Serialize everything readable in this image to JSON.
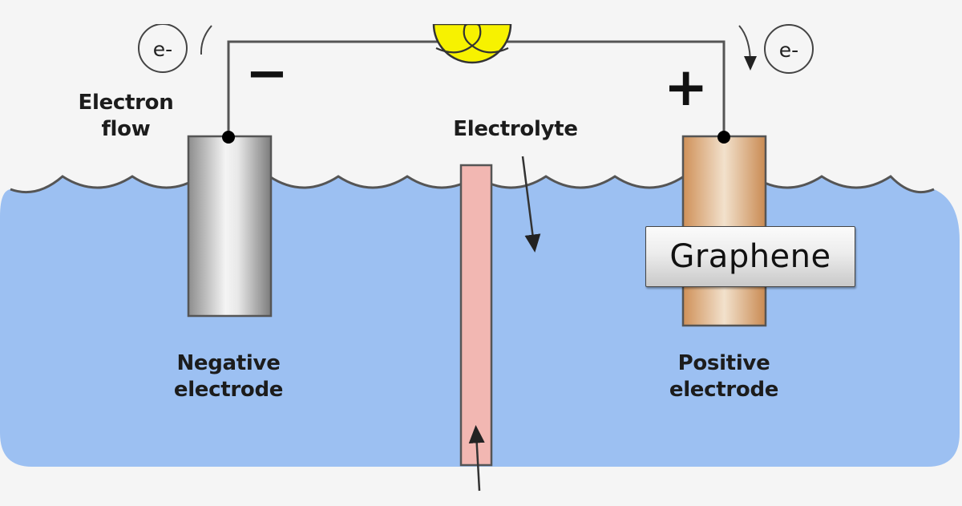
{
  "diagram": {
    "title": "Graphene battery cell diagram",
    "labels": {
      "electron_flow": [
        "Electron",
        "flow"
      ],
      "electrolyte": "Electrolyte",
      "negative_electrode": [
        "Negative",
        "electrode"
      ],
      "positive_electrode": [
        "Positive",
        "electrode"
      ],
      "graphene": "Graphene",
      "negative_sign": "−",
      "positive_sign": "+",
      "electron_left": "e-",
      "electron_right": "e-"
    },
    "components": {
      "load": "light-bulb",
      "separator": "separator-membrane",
      "negative_electrode_material": "metal (silver/gray)",
      "positive_electrode_material": "copper/bronze"
    },
    "colors": {
      "background": "#f5f5f5",
      "electrolyte_blue": "#9cc0f2",
      "bulb_yellow": "#f7f200",
      "separator_pink": "#f2b7b2",
      "negative_electrode_gray": "#b8b8b8",
      "positive_electrode_tan": "#d9a36f",
      "wire": "#555555",
      "text": "#1c1c1c"
    }
  }
}
